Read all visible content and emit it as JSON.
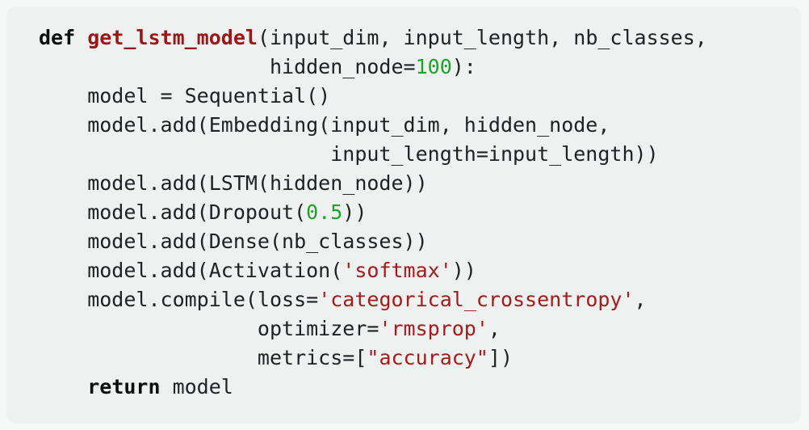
{
  "page": {
    "background": "#f6f7f7"
  },
  "code_card": {
    "background": "#eff1f1",
    "language": "python",
    "colors": {
      "plain": "#202124",
      "keyword": "#0d0d0d",
      "function_name": "#991717",
      "string": "#a31b1b",
      "number": "#1ca32c"
    },
    "lines": [
      {
        "segments": [
          {
            "text": "def",
            "type": "keyword"
          },
          {
            "text": " ",
            "type": "plain"
          },
          {
            "text": "get_lstm_model",
            "type": "function_name"
          },
          {
            "text": "(input_dim, input_length, nb_classes,",
            "type": "plain"
          }
        ]
      },
      {
        "segments": [
          {
            "text": "                   hidden_node=",
            "type": "plain"
          },
          {
            "text": "100",
            "type": "number"
          },
          {
            "text": "):",
            "type": "plain"
          }
        ]
      },
      {
        "segments": [
          {
            "text": "    model = Sequential()",
            "type": "plain"
          }
        ]
      },
      {
        "segments": [
          {
            "text": "    model.add(Embedding(input_dim, hidden_node,",
            "type": "plain"
          }
        ]
      },
      {
        "segments": [
          {
            "text": "                        input_length=input_length))",
            "type": "plain"
          }
        ]
      },
      {
        "segments": [
          {
            "text": "    model.add(LSTM(hidden_node))",
            "type": "plain"
          }
        ]
      },
      {
        "segments": [
          {
            "text": "    model.add(Dropout(",
            "type": "plain"
          },
          {
            "text": "0.5",
            "type": "number"
          },
          {
            "text": "))",
            "type": "plain"
          }
        ]
      },
      {
        "segments": [
          {
            "text": "    model.add(Dense(nb_classes))",
            "type": "plain"
          }
        ]
      },
      {
        "segments": [
          {
            "text": "    model.add(Activation(",
            "type": "plain"
          },
          {
            "text": "'softmax'",
            "type": "string"
          },
          {
            "text": "))",
            "type": "plain"
          }
        ]
      },
      {
        "segments": [
          {
            "text": "    model.compile(loss=",
            "type": "plain"
          },
          {
            "text": "'categorical_crossentropy'",
            "type": "string"
          },
          {
            "text": ",",
            "type": "plain"
          }
        ]
      },
      {
        "segments": [
          {
            "text": "                  optimizer=",
            "type": "plain"
          },
          {
            "text": "'rmsprop'",
            "type": "string"
          },
          {
            "text": ",",
            "type": "plain"
          }
        ]
      },
      {
        "segments": [
          {
            "text": "                  metrics=[",
            "type": "plain"
          },
          {
            "text": "\"accuracy\"",
            "type": "string"
          },
          {
            "text": "])",
            "type": "plain"
          }
        ]
      },
      {
        "segments": [
          {
            "text": "    ",
            "type": "plain"
          },
          {
            "text": "return",
            "type": "keyword"
          },
          {
            "text": " model",
            "type": "plain"
          }
        ]
      }
    ]
  }
}
